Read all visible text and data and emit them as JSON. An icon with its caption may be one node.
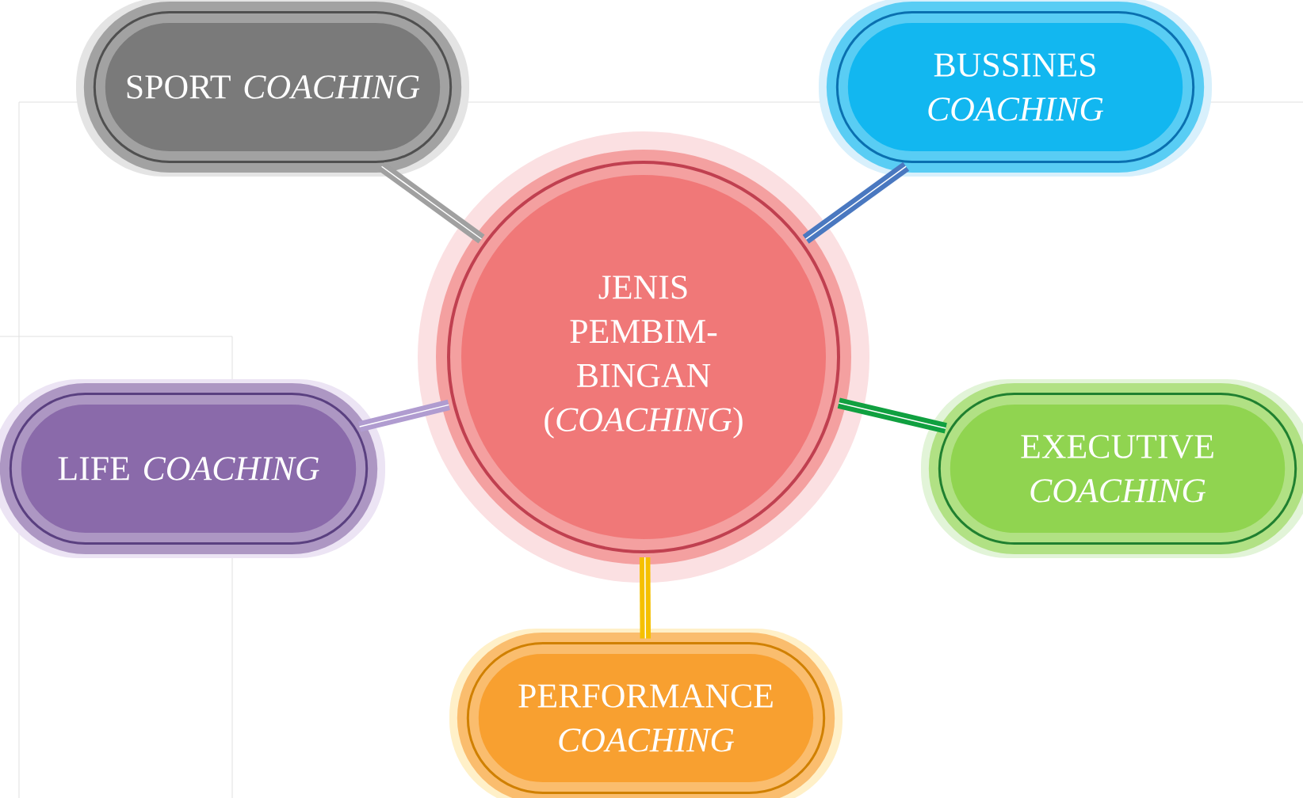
{
  "diagram": {
    "nodes": [
      {
        "text": [
          "JENIS PEMBIM- BINGAN (*COACHING*)"
        ]
      },
      {
        "text": [
          "SPORT *COACHING*"
        ]
      },
      {
        "text": [
          "BUSSINES *COACHING*"
        ]
      },
      {
        "text": [
          "LIFE *COACHING*"
        ]
      },
      {
        "text": [
          "EXECUTIVE *COACHING*"
        ]
      },
      {
        "text": [
          "PERFORMANCE *COACHING*"
        ]
      }
    ],
    "edges": [
      {
        "from": 0,
        "to": 1,
        "arrow": "none",
        "color": "#a0a0a0"
      },
      {
        "from": 0,
        "to": 2,
        "arrow": "none",
        "color": "#4a78c0"
      },
      {
        "from": 0,
        "to": 3,
        "arrow": "none",
        "color": "#b09cd0"
      },
      {
        "from": 0,
        "to": 4,
        "arrow": "none",
        "color": "#10a040"
      },
      {
        "from": 0,
        "to": 5,
        "arrow": "none",
        "color": "#f5c000"
      }
    ]
  }
}
